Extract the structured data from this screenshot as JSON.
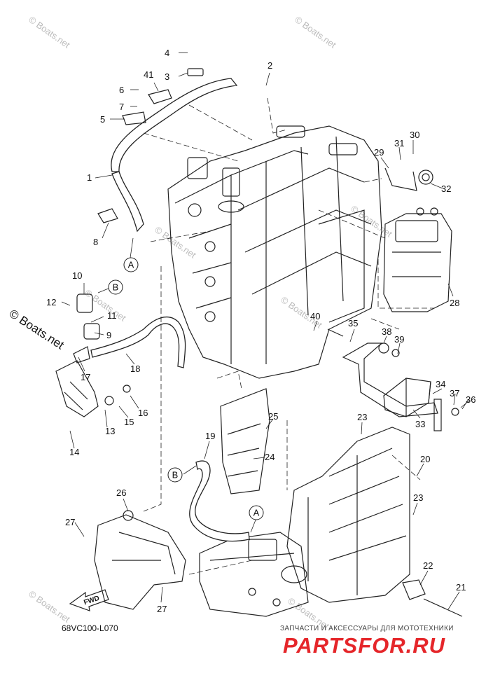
{
  "diagram": {
    "drawing_code": "68VC100-L070",
    "callouts": [
      "1",
      "2",
      "3",
      "4",
      "5",
      "6",
      "7",
      "8",
      "9",
      "10",
      "11",
      "12",
      "13",
      "14",
      "15",
      "16",
      "17",
      "18",
      "19",
      "20",
      "21",
      "22",
      "23",
      "23",
      "24",
      "25",
      "26",
      "27",
      "27",
      "28",
      "29",
      "30",
      "31",
      "32",
      "33",
      "34",
      "35",
      "36",
      "37",
      "38",
      "39",
      "40",
      "41"
    ],
    "circle_labels": [
      "A",
      "B",
      "B",
      "A"
    ],
    "fwd_label": "FWD",
    "copyright_text": "© Boats.net",
    "watermarks": [
      "© Boats.net",
      "© Boats.net",
      "© Boats.net",
      "© Boats.net",
      "© Boats.net",
      "© Boats.net",
      "© Boats.net",
      "© Boats.net"
    ]
  },
  "branding": {
    "tagline": "ЗАПЧАСТИ И АКСЕССУАРЫ ДЛЯ МОТОТЕХНИКИ",
    "site": "PARTSFOR.RU"
  }
}
